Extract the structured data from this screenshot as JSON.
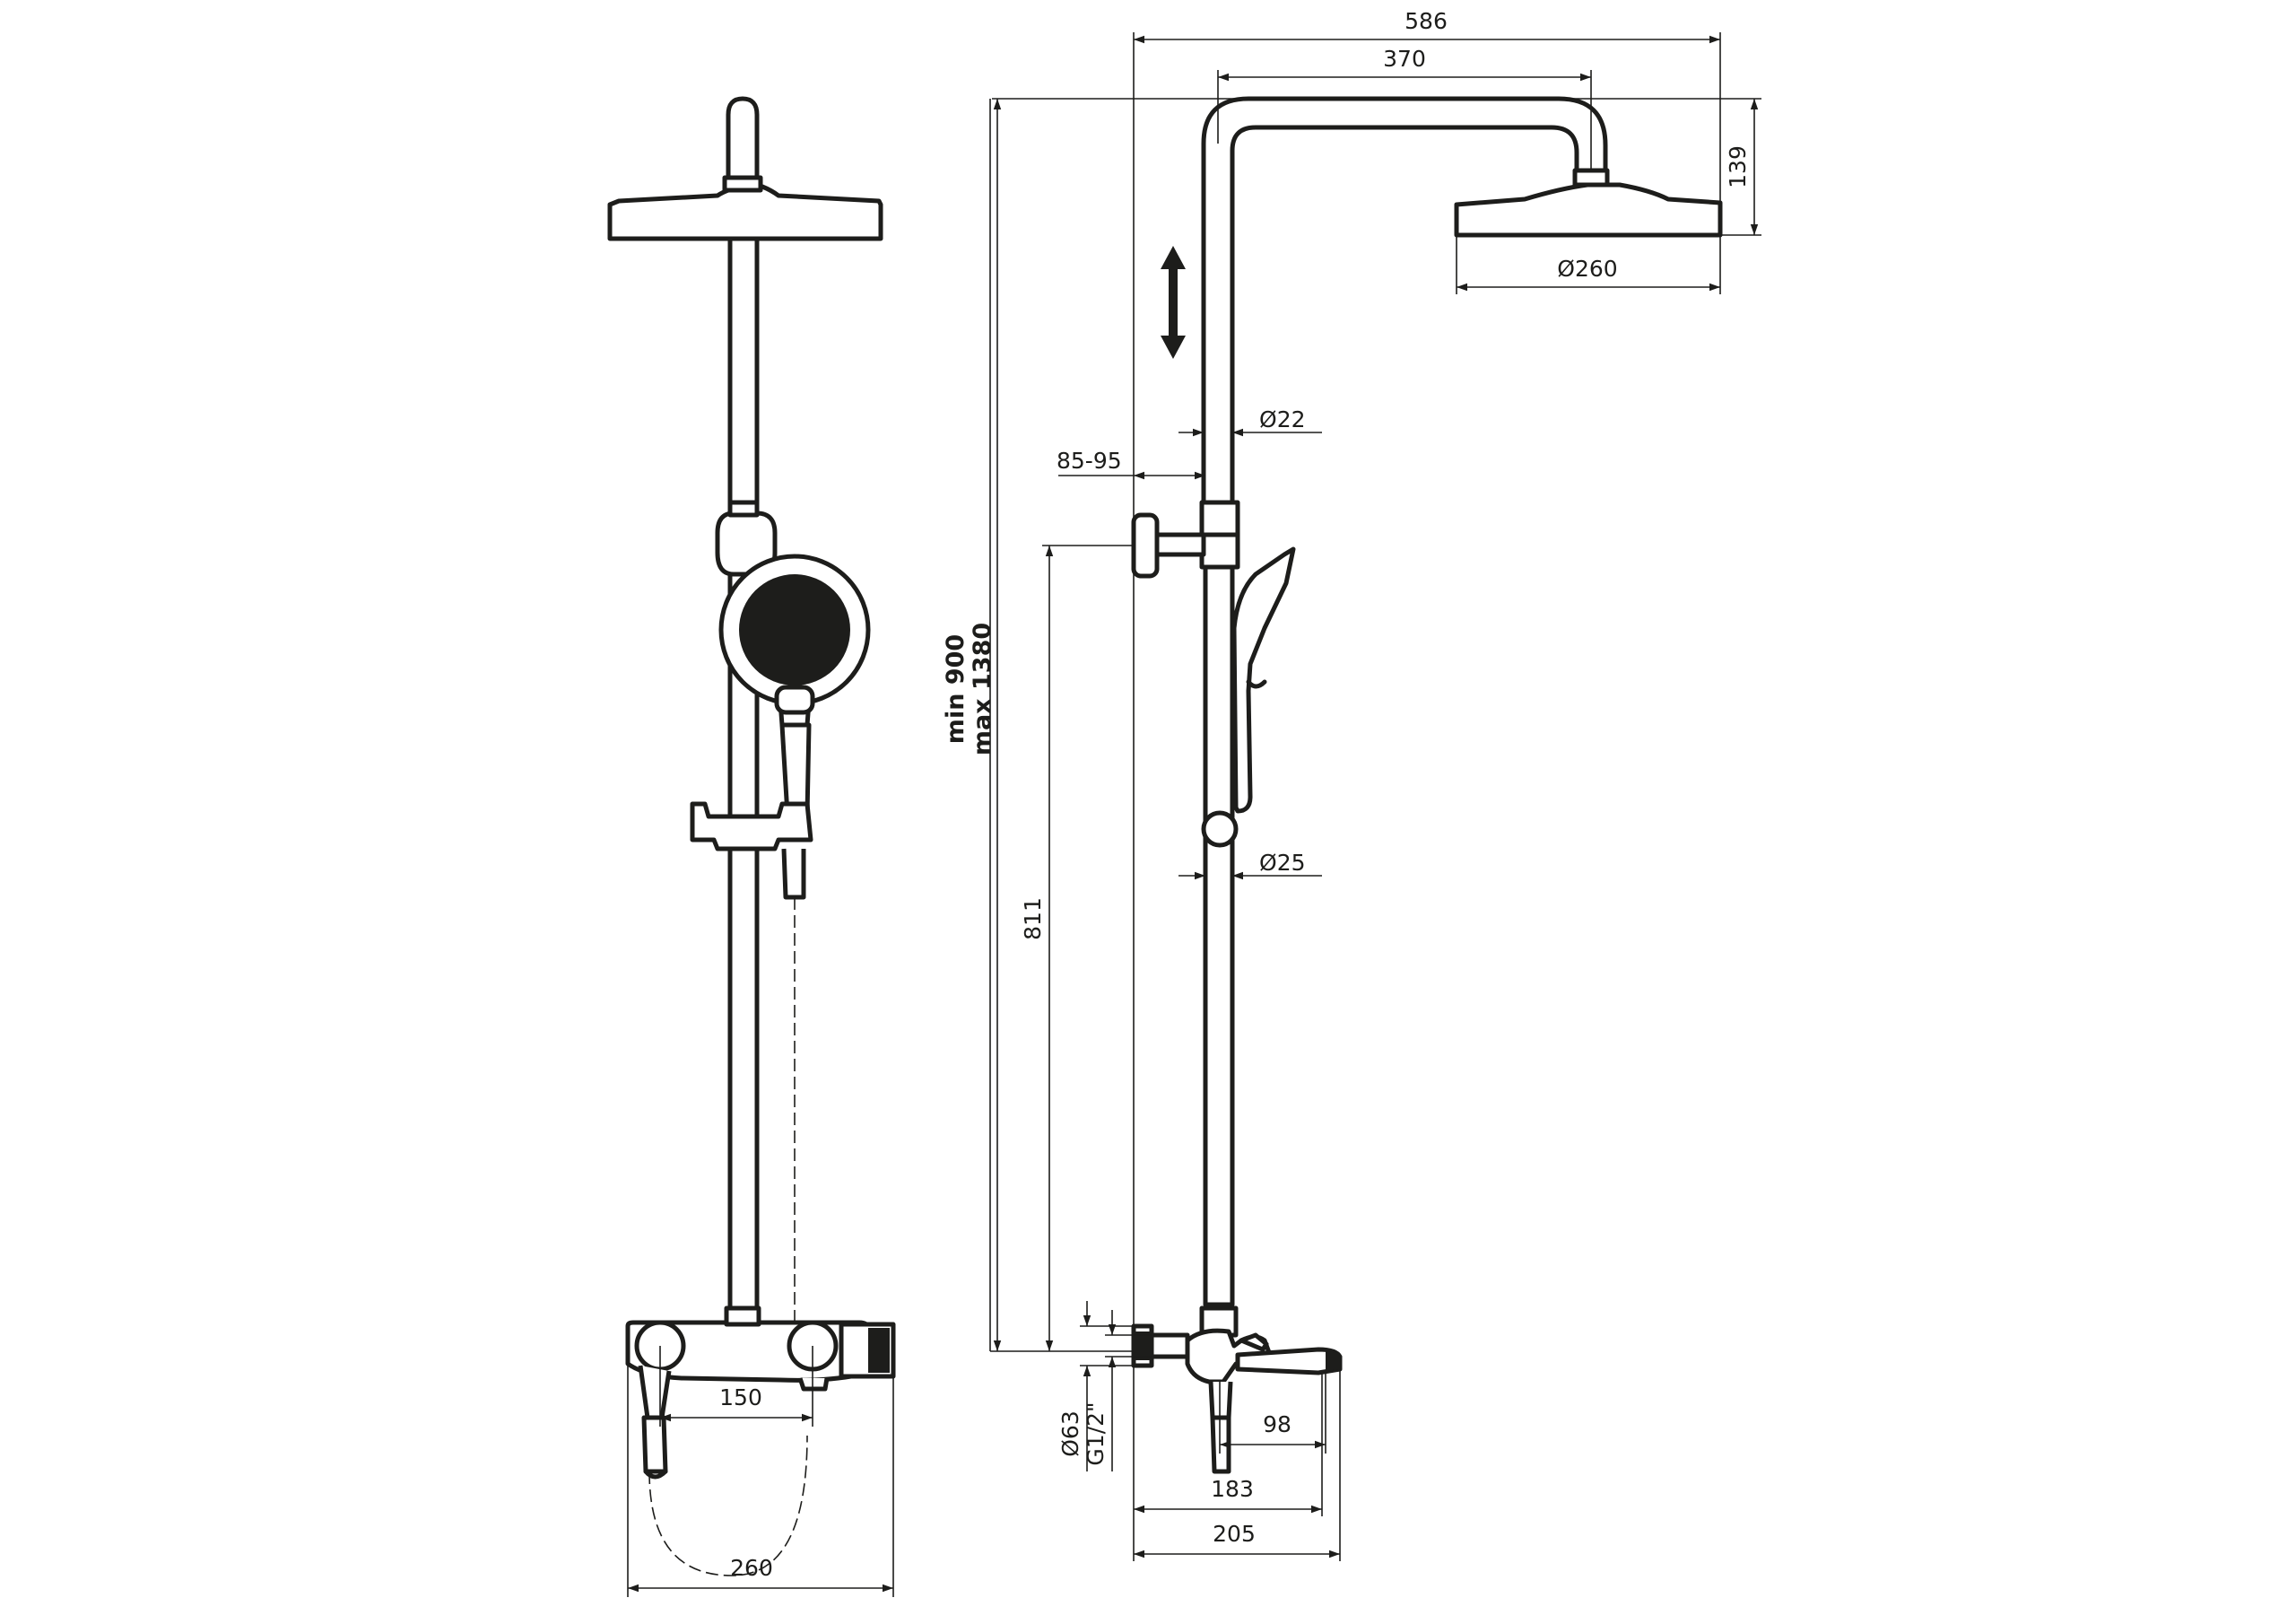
{
  "dimensions": {
    "overall_width": "586",
    "arm_length": "370",
    "head_height": "139",
    "head_diameter": "260",
    "riser_diameter": "22",
    "wall_offset": "85-95",
    "pipe_diameter": "25",
    "height_min": "min 900",
    "height_max": "max 1380",
    "mixer_to_holder": "811",
    "mixer_centers": "150",
    "front_width": "260",
    "escutcheon_diameter": "63",
    "thread": "G1/2\"",
    "spout_reach": "98",
    "spout_length": "183",
    "mixer_depth": "205"
  },
  "symbols": {
    "diameter_symbol": "Ø",
    "adjust_arrow": "double-arrow-icon"
  },
  "colors": {
    "line": "#1d1d1b",
    "background": "#ffffff"
  }
}
